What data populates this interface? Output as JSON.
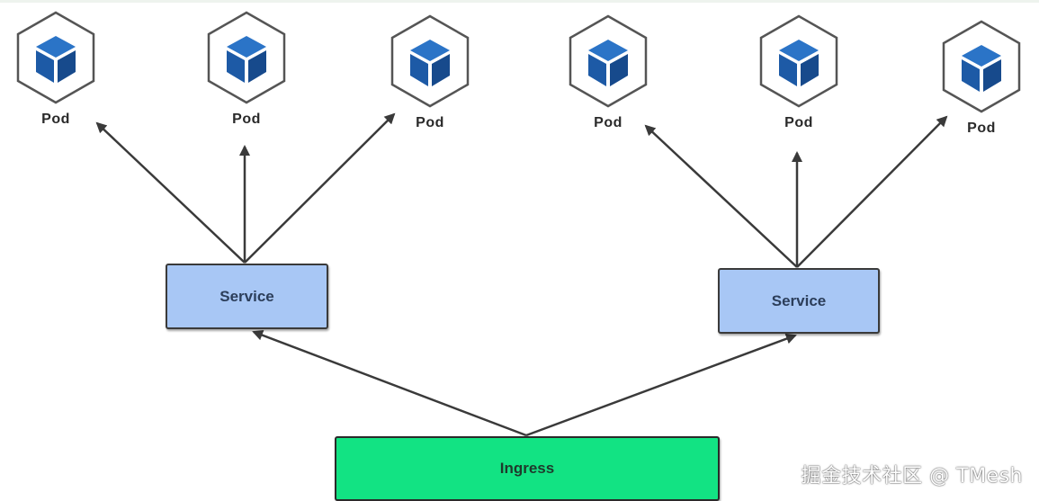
{
  "diagram": {
    "pods": [
      {
        "label": "Pod"
      },
      {
        "label": "Pod"
      },
      {
        "label": "Pod"
      },
      {
        "label": "Pod"
      },
      {
        "label": "Pod"
      },
      {
        "label": "Pod"
      }
    ],
    "services": [
      {
        "label": "Service"
      },
      {
        "label": "Service"
      }
    ],
    "ingress": {
      "label": "Ingress"
    },
    "colors": {
      "service_fill": "#a8c7f5",
      "ingress_fill": "#12e383",
      "pod_cube": "#1f5fae",
      "pod_outline": "#555555",
      "arrow": "#3a3a3a"
    }
  },
  "watermark": "掘金技术社区 @ TMesh"
}
